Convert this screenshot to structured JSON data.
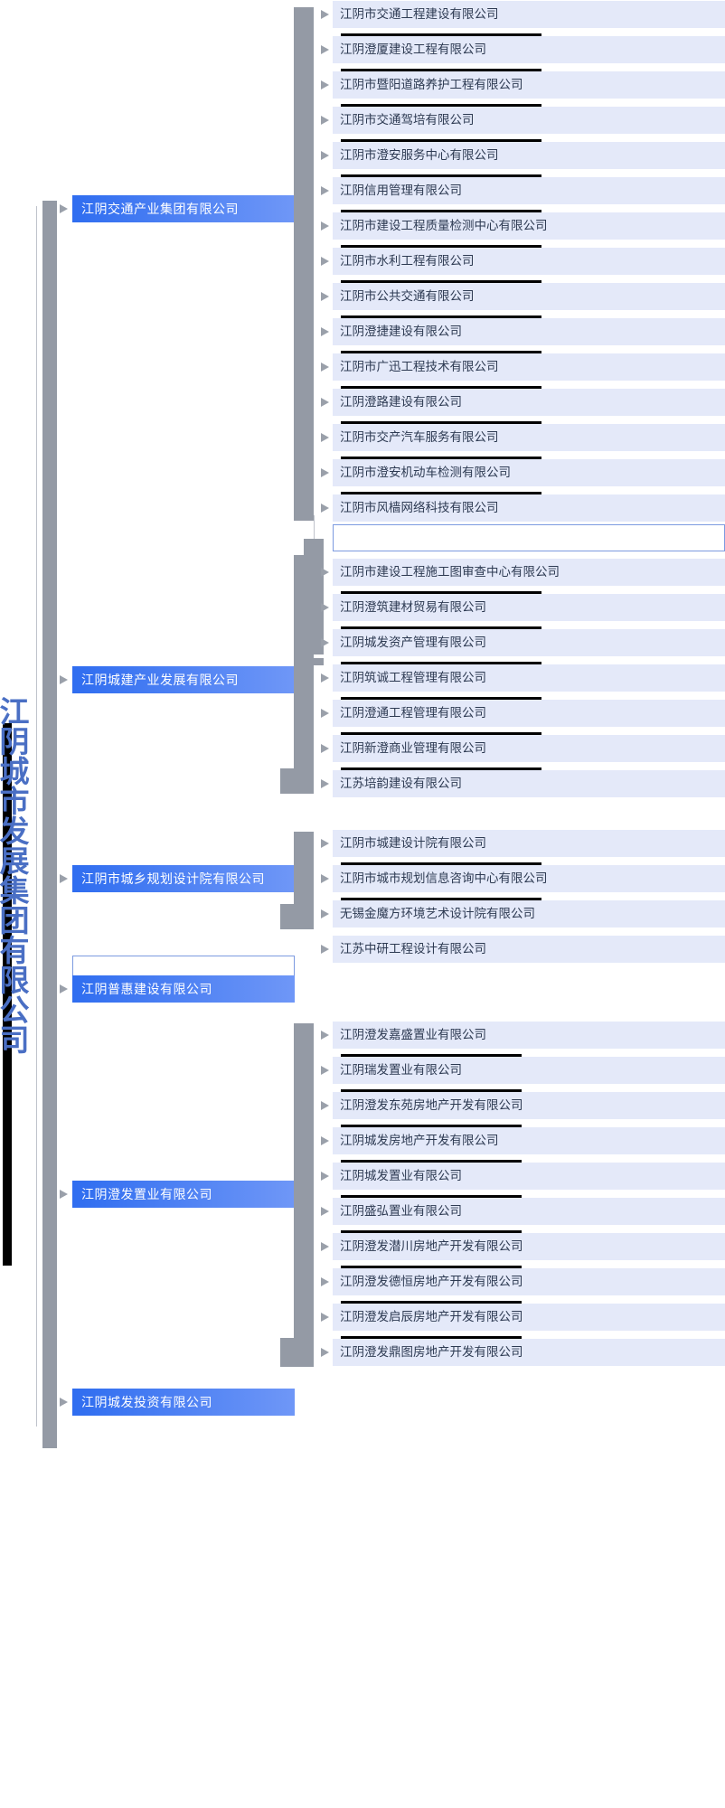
{
  "chart_type": "org-hierarchy-tree",
  "root": {
    "label": "江阴城市发展集团有限公司",
    "orientation": "vertical",
    "color": "#4a6fc4"
  },
  "colors": {
    "level1_fill_start": "#2f6df0",
    "level1_fill_end": "#6f97f7",
    "level1_text": "#ffffff",
    "leaf_fill": "#e4e9f9",
    "leaf_text": "#2d3a52",
    "connector": "#949aa5",
    "redaction": "#000000",
    "background": "#ffffff"
  },
  "groups": [
    {
      "id": "jiaotong",
      "label": "江阴交通产业集团有限公司",
      "children": [
        "江阴市交通工程建设有限公司",
        "江阴澄厦建设工程有限公司",
        "江阴市暨阳道路养护工程有限公司",
        "江阴市交通驾培有限公司",
        "江阴市澄安服务中心有限公司",
        "江阴信用管理有限公司",
        "江阴市建设工程质量检测中心有限公司",
        "江阴市水利工程有限公司",
        "江阴市公共交通有限公司",
        "江阴澄捷建设有限公司",
        "江阴市广迅工程技术有限公司",
        "江阴澄路建设有限公司",
        "江阴市交产汽车服务有限公司",
        "江阴市澄安机动车检测有限公司",
        "江阴市风樯网络科技有限公司",
        ""
      ]
    },
    {
      "id": "chengjian",
      "label": "江阴城建产业发展有限公司",
      "children": [
        "江阴市建设工程施工图审查中心有限公司",
        "江阴澄筑建材贸易有限公司",
        "江阴城发资产管理有限公司",
        "江阴筑诚工程管理有限公司",
        "江阴澄通工程管理有限公司",
        "江阴新澄商业管理有限公司",
        "江苏培韵建设有限公司"
      ]
    },
    {
      "id": "guihua",
      "label": "江阴市城乡规划设计院有限公司",
      "children": [
        "江阴市城建设计院有限公司",
        "江阴市城市规划信息咨询中心有限公司",
        "无锡金魔方环境艺术设计院有限公司",
        "江苏中研工程设计有限公司"
      ]
    },
    {
      "id": "puhui",
      "label": "江阴普惠建设有限公司",
      "children": []
    },
    {
      "id": "chengfa",
      "label": "江阴澄发置业有限公司",
      "children": [
        "江阴澄发嘉盛置业有限公司",
        "江阴瑞发置业有限公司",
        "江阴澄发东苑房地产开发有限公司",
        "江阴城发房地产开发有限公司",
        "江阴城发置业有限公司",
        "江阴盛弘置业有限公司",
        "江阴澄发潜川房地产开发有限公司",
        "江阴澄发德恒房地产开发有限公司",
        "江阴澄发启辰房地产开发有限公司",
        "江阴澄发鼎图房地产开发有限公司"
      ]
    },
    {
      "id": "chengfa-touzi",
      "label": "江阴城发投资有限公司",
      "children": []
    }
  ]
}
